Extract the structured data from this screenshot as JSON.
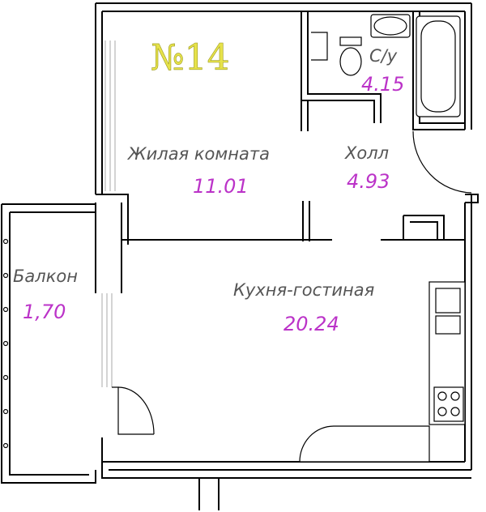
{
  "plan": {
    "unit_number": "№14",
    "colors": {
      "title": "#e6e24a",
      "area": "#bb33c8",
      "label": "#555555",
      "walls": "#000000"
    },
    "rooms": [
      {
        "id": "bathroom",
        "name": "С/у",
        "area": "4.15"
      },
      {
        "id": "living-room",
        "name": "Жилая комната",
        "area": "11.01"
      },
      {
        "id": "hall",
        "name": "Холл",
        "area": "4.93"
      },
      {
        "id": "balcony",
        "name": "Балкон",
        "area": "1,70"
      },
      {
        "id": "kitchen-living",
        "name": "Кухня-гостиная",
        "area": "20.24"
      }
    ]
  }
}
